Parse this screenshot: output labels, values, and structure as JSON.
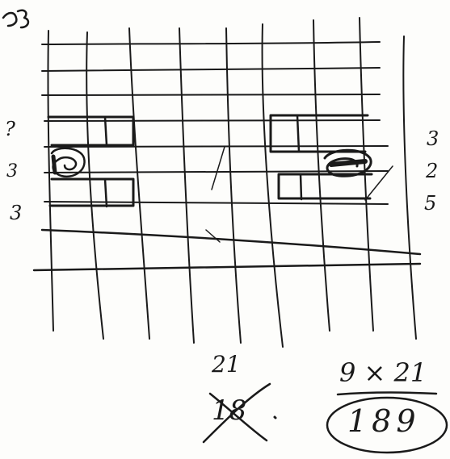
{
  "sketch": {
    "corner_mark": "3",
    "left_row_labels": [
      "?",
      "3",
      "3"
    ],
    "right_row_labels": [
      "3",
      "2",
      "5"
    ],
    "left_total": {
      "new_value": "21",
      "crossed_value": "18"
    },
    "right_total": {
      "expression": "9 × 21",
      "result": "189"
    }
  }
}
